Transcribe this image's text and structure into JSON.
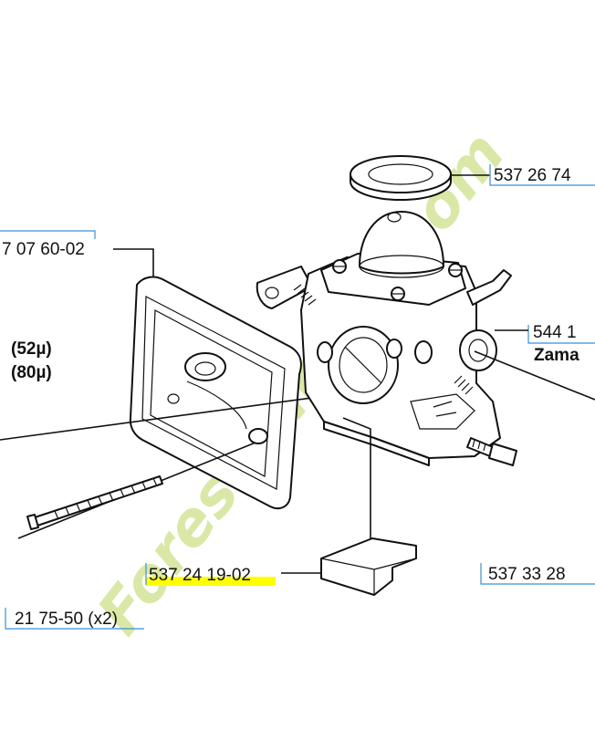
{
  "watermark": {
    "text": "Forestgarden.com",
    "color": "#d9e8a6"
  },
  "highlight_color": "#ffff00",
  "box_color": "#3a8fd6",
  "labels": {
    "top_right": "537 26 74",
    "left_gasket": "7 07 60-02",
    "micron_52": "(52µ)",
    "micron_80": "(80µ)",
    "right_544": "544 1",
    "right_zama": "Zama",
    "bottom_center": "537 24 19-02",
    "bottom_right": "537 33 28",
    "bottom_left": "21 75-50 (x2)"
  }
}
